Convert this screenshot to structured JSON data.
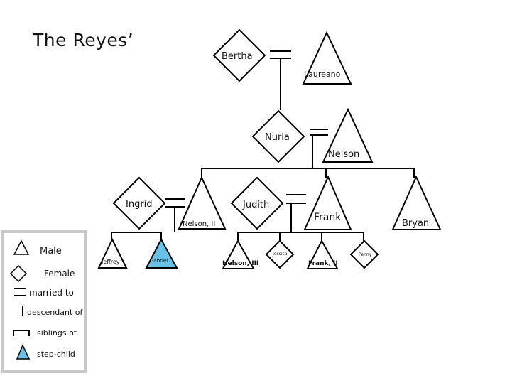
{
  "title": "The Reyes’",
  "people": {
    "bertha": "Bertha",
    "laureano": "Laureano",
    "nuria": "Nuria",
    "nelson": "Nelson",
    "ingrid": "Ingrid",
    "nelson_ii": "Nelson, II",
    "judith": "Judith",
    "frank": "Frank",
    "bryan": "Bryan",
    "jeffrey": "Jeffrey",
    "gabriel": "Gabriel",
    "nelson_iii": "Nelson, III",
    "jessica": "Jessica",
    "frank_ii": "Frank, II",
    "penny": "Penny"
  },
  "legend": {
    "male": "Male",
    "female": "Female",
    "married": "married to",
    "descendant": "descendant of",
    "siblings": "siblings of",
    "stepchild": "step-child"
  },
  "colors": {
    "stepchild_fill": "#66c2e6",
    "line": "#000000",
    "legend_border": "#c8c8c8"
  }
}
